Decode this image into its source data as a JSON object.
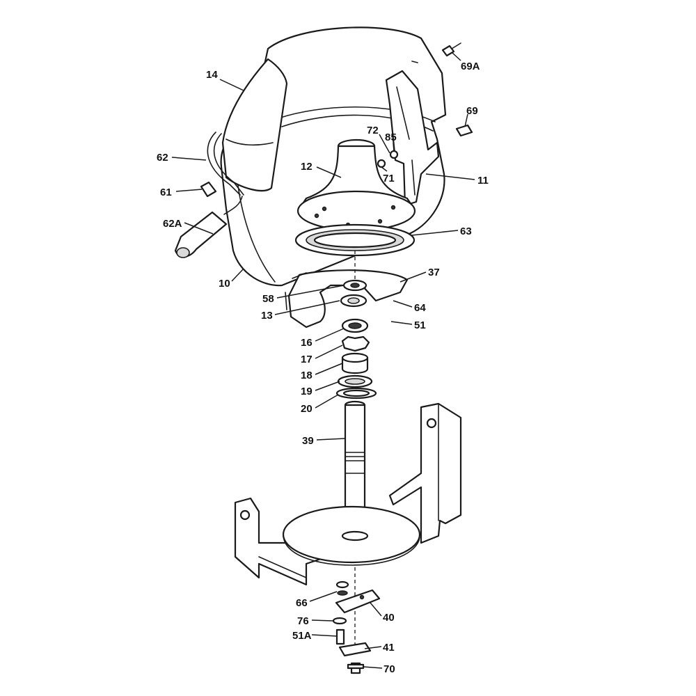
{
  "callouts": {
    "c69A": "69A",
    "c14": "14",
    "c69": "69",
    "c72": "72",
    "c85": "85",
    "c62": "62",
    "c12": "12",
    "c71": "71",
    "c11": "11",
    "c61": "61",
    "c62A": "62A",
    "c63": "63",
    "c37": "37",
    "c10": "10",
    "c58": "58",
    "c64": "64",
    "c13": "13",
    "c51": "51",
    "c16": "16",
    "c17": "17",
    "c18": "18",
    "c19": "19",
    "c20": "20",
    "c39": "39",
    "c66": "66",
    "c40": "40",
    "c76": "76",
    "c51A": "51A",
    "c41": "41",
    "c70": "70"
  },
  "colors": {
    "line": "#1a1a1a",
    "background": "#ffffff",
    "shading": "#d9d9d9"
  }
}
